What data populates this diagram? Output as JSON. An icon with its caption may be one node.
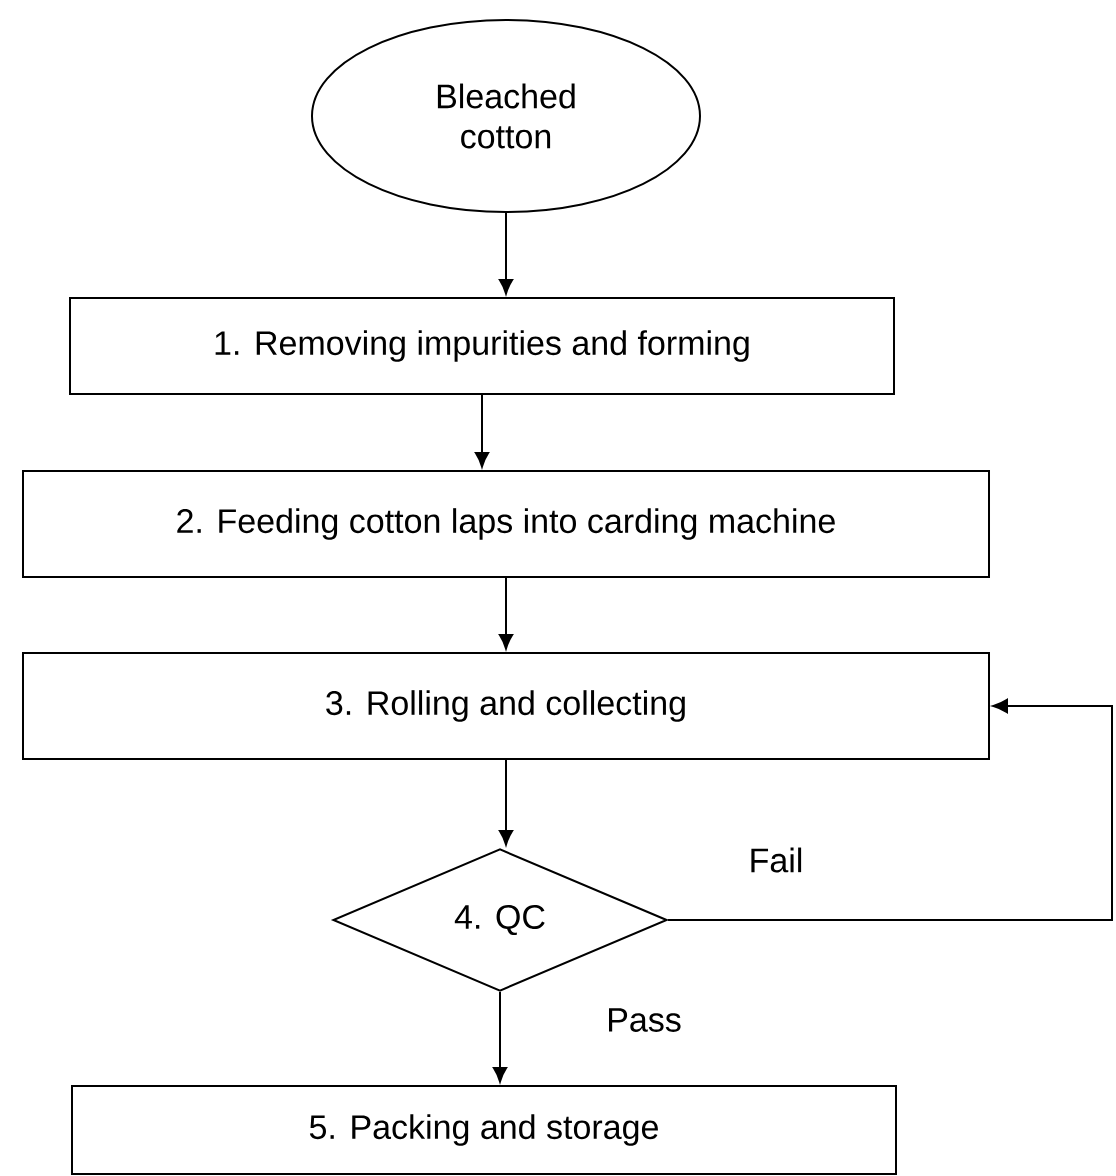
{
  "diagram": {
    "nodes": [
      {
        "text": [
          "Bleached cotton"
        ]
      },
      {
        "text": [
          "1. Removing impurities and forming"
        ]
      },
      {
        "text": [
          "2. Feeding cotton laps into carding machine"
        ]
      },
      {
        "text": [
          "3. Rolling and collecting"
        ]
      },
      {
        "text": [
          "4. QC"
        ]
      },
      {
        "text": [
          "5. Packing and storage"
        ]
      }
    ],
    "edges": [
      {
        "from": 0,
        "to": 1,
        "arrow": "to"
      },
      {
        "from": 1,
        "to": 2,
        "arrow": "to"
      },
      {
        "from": 2,
        "to": 3,
        "arrow": "to"
      },
      {
        "from": 3,
        "to": 4,
        "arrow": "to"
      },
      {
        "from": 4,
        "to": 5,
        "arrow": "to",
        "label": "Pass"
      },
      {
        "from": 4,
        "to": 3,
        "arrow": "to",
        "label": "Fail"
      }
    ]
  }
}
